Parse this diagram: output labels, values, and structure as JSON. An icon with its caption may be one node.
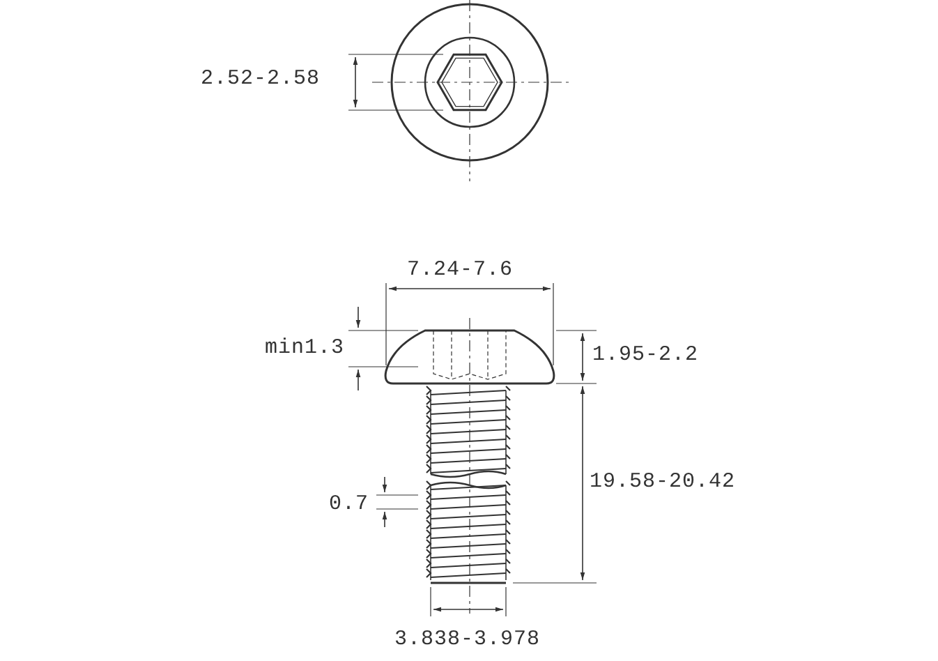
{
  "diagram": {
    "labels": [
      "2.52-2.58",
      "7.24-7.6",
      "min1.3",
      "1.95-2.2",
      "19.58-20.42",
      "0.7",
      "3.838-3.978"
    ]
  }
}
